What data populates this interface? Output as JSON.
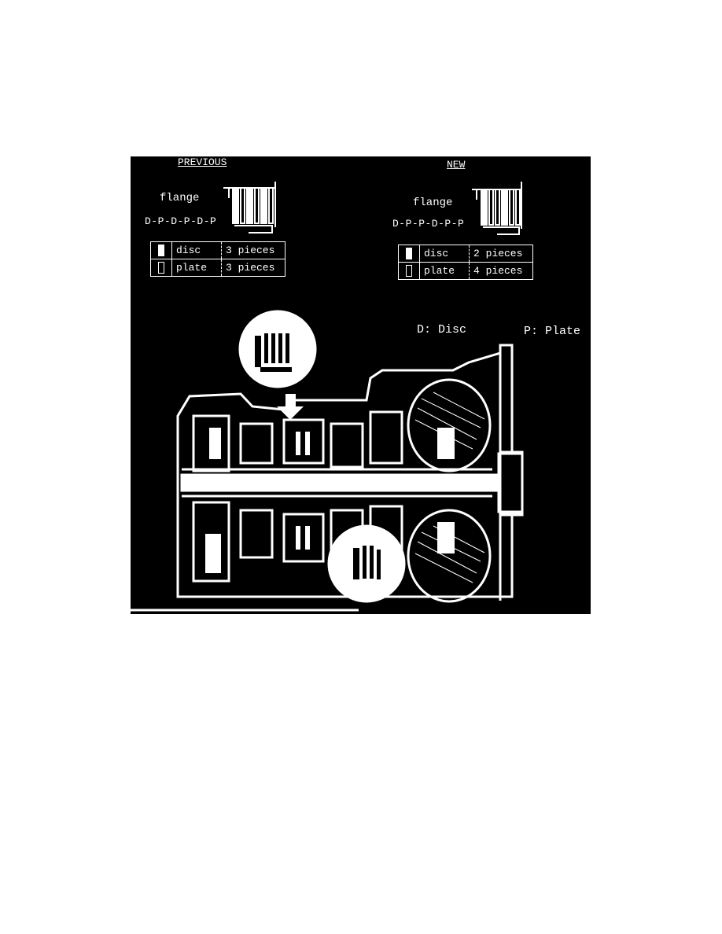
{
  "previous": {
    "heading": "PREVIOUS",
    "flange_label": "flange",
    "sequence": "D-P-D-P-D-P",
    "legend": [
      {
        "symbol": "solid-bar-icon",
        "name": "disc",
        "qty": "3 pieces"
      },
      {
        "symbol": "hollow-bar-icon",
        "name": "plate",
        "qty": "3 pieces"
      }
    ]
  },
  "new": {
    "heading": "NEW",
    "flange_label": "flange",
    "sequence": "D-P-P-D-P-P",
    "legend": [
      {
        "symbol": "solid-bar-icon",
        "name": "disc",
        "qty": "2 pieces"
      },
      {
        "symbol": "hollow-bar-icon",
        "name": "plate",
        "qty": "4 pieces"
      }
    ]
  },
  "key": {
    "disc": "D: Disc",
    "plate": "P: Plate"
  },
  "colors": {
    "background": "#000000",
    "line": "#ffffff",
    "page": "#ffffff"
  }
}
